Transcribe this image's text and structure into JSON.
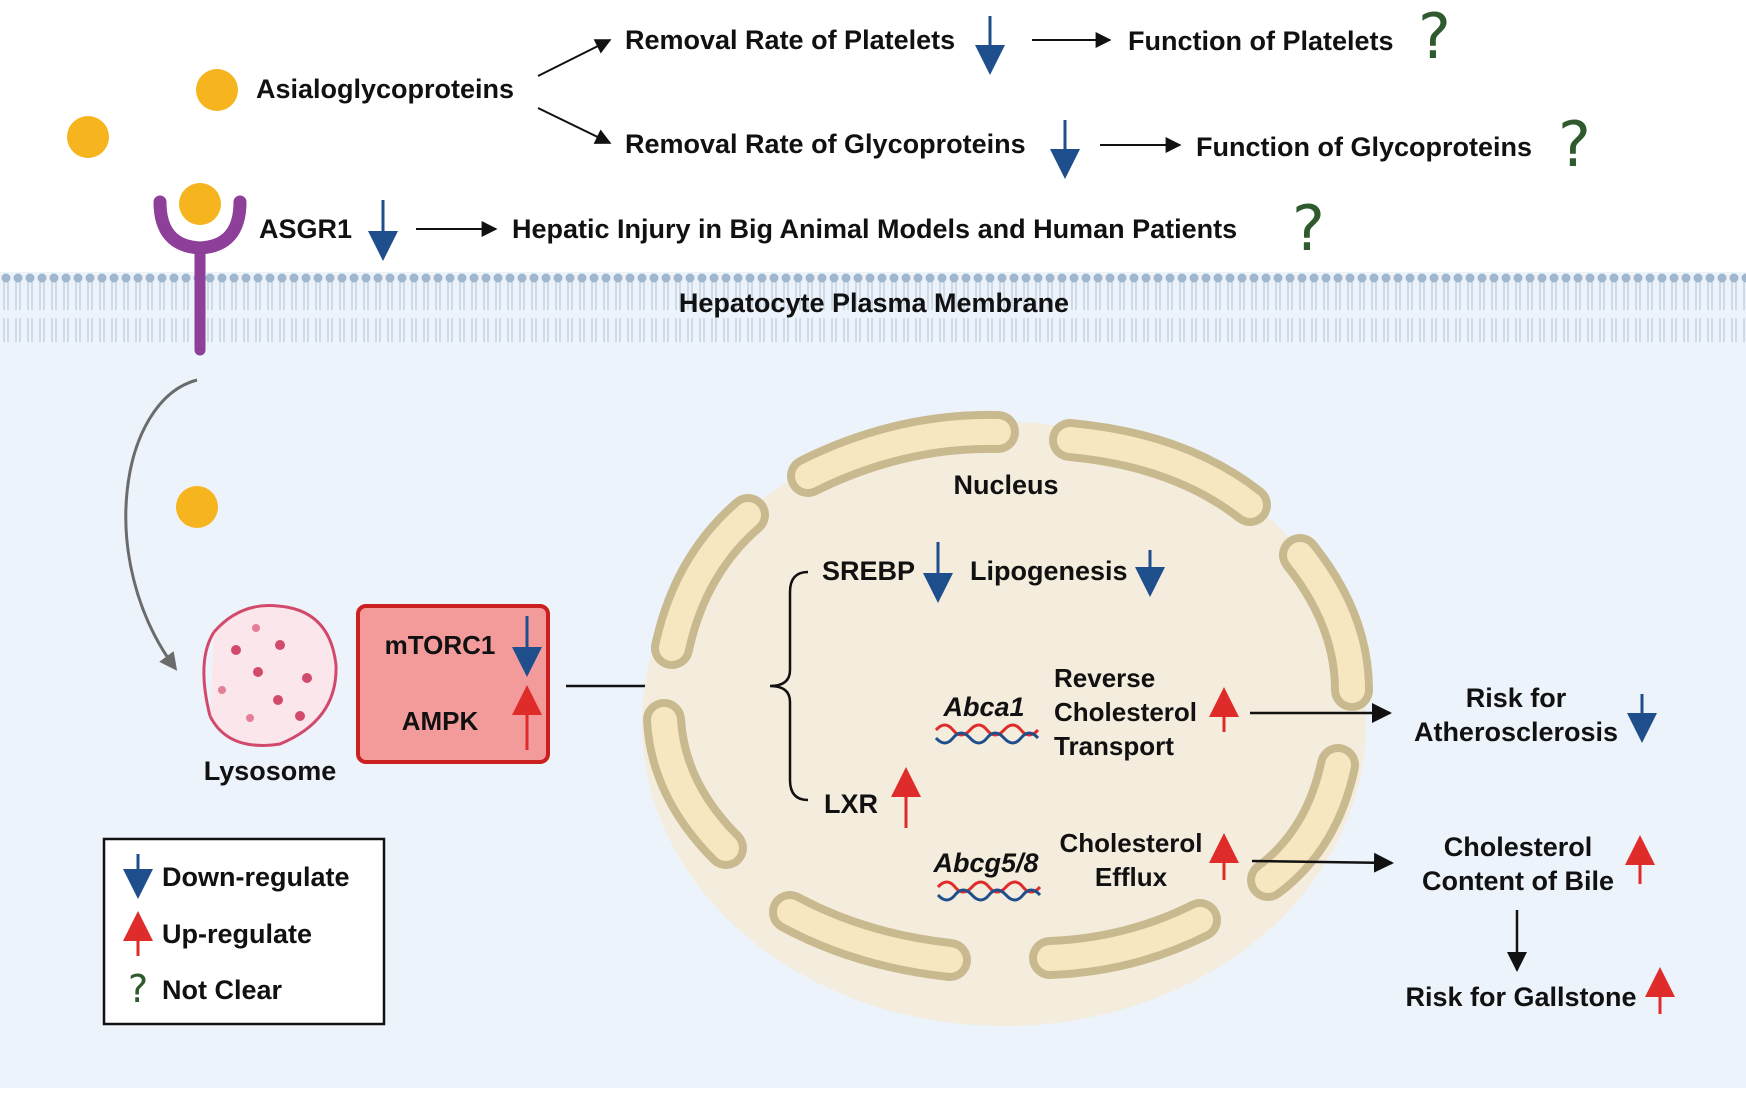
{
  "colors": {
    "down_arrow": "#1f4e8c",
    "up_arrow": "#e02b2b",
    "question_mark": "#2e5a2e",
    "ligand": "#f6b41e",
    "receptor": "#8e3f99",
    "cytoplasm": "#edf3fb",
    "membrane": "#9fb6cc",
    "nucleus": "#f4ecdc",
    "nuclear_pore_segment": "#f6e7c0",
    "mtorc_box": "#f39a9a",
    "lysosome_stroke": "#d24a6b"
  },
  "top": {
    "asialoglycoproteins": "Asialoglycoproteins",
    "removal_platelets": "Removal Rate of Platelets",
    "function_platelets": "Function of Platelets",
    "removal_glycoproteins": "Removal Rate of Glycoproteins",
    "function_glycoproteins": "Function of Glycoproteins",
    "asgr1": "ASGR1",
    "hepatic_injury": "Hepatic Injury in Big Animal Models and Human Patients"
  },
  "membrane": {
    "label": "Hepatocyte Plasma Membrane"
  },
  "cell": {
    "lysosome": "Lysosome",
    "mtorc1": "mTORC1",
    "ampk": "AMPK"
  },
  "nucleus": {
    "label": "Nucleus",
    "srebp": "SREBP",
    "lipogenesis": "Lipogenesis",
    "lxr": "LXR",
    "abca1": "Abca1",
    "reverse_transport": [
      "Reverse",
      "Cholesterol",
      "Transport"
    ],
    "abcg58": "Abcg5/8",
    "efflux": [
      "Cholesterol",
      "Efflux"
    ]
  },
  "outcomes": {
    "atherosclerosis": [
      "Risk for",
      "Atherosclerosis"
    ],
    "bile": [
      "Cholesterol",
      "Content of Bile"
    ],
    "gallstone": "Risk for Gallstone"
  },
  "legend": {
    "down": "Down-regulate",
    "up": "Up-regulate",
    "not_clear": "Not Clear",
    "question_glyph": "?"
  }
}
